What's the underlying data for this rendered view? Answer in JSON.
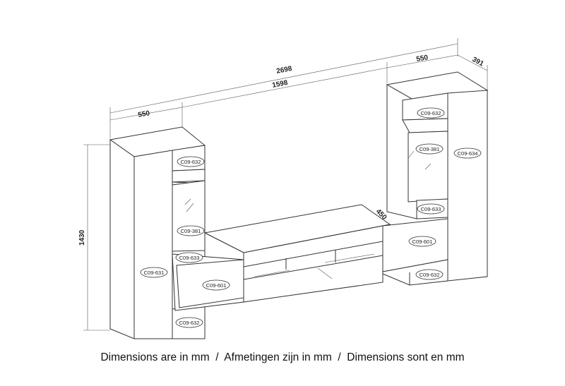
{
  "dimensions": {
    "total_width": "2698",
    "inner_width": "1598",
    "cabinet_width_left": "550",
    "cabinet_width_right": "550",
    "depth_tall": "391",
    "depth_tv": "450",
    "height": "1430"
  },
  "parts": {
    "left_top_shelf": "C09-632",
    "left_glass": "C09-381",
    "left_lower_shelf": "C09-633",
    "left_side": "C09-631",
    "left_drawer": "C09-601",
    "left_bottom": "C09-632",
    "right_top_shelf": "C09-632",
    "right_glass": "C09-381",
    "right_side": "C09-634",
    "right_lower_shelf": "C09-633",
    "right_drawer": "C09-601",
    "right_bottom": "C09-632"
  },
  "caption": "Dimensions are in mm  /  Afmetingen zijn in mm  /  Dimensions sont en mm"
}
